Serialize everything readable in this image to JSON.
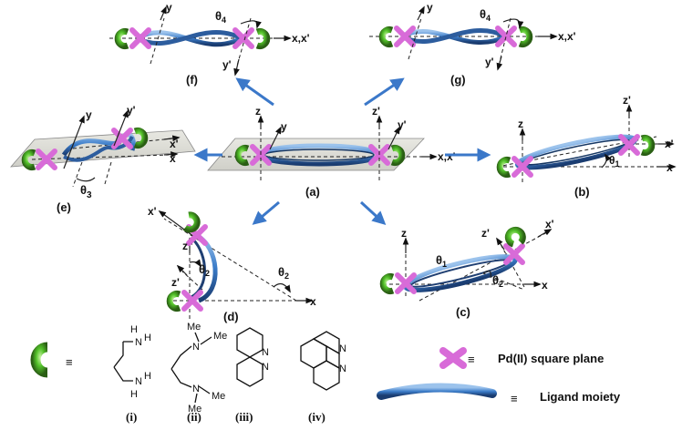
{
  "panels": {
    "a": "(a)",
    "b": "(b)",
    "c": "(c)",
    "d": "(d)",
    "e": "(e)",
    "f": "(f)",
    "g": "(g)"
  },
  "axes": {
    "x": "x",
    "y": "y",
    "z": "z",
    "xp": "x'",
    "yp": "y'",
    "zp": "z'",
    "xxp": "x,x'",
    "yp_alt": "y'"
  },
  "angles": {
    "theta1": "θ",
    "theta1_sub": "1",
    "theta2": "θ",
    "theta2_sub": "2",
    "theta3": "θ",
    "theta3_sub": "3",
    "theta4": "θ",
    "theta4_sub": "4"
  },
  "legend": {
    "pd": "Pd(II) square plane",
    "ligand": "Ligand moiety",
    "equiv": "≡"
  },
  "ligands": {
    "labels": [
      "(i)",
      "(ii)",
      "(iii)",
      "(iv)"
    ],
    "atoms": {
      "H": "H",
      "N": "N",
      "Me": "Me"
    }
  },
  "colors": {
    "ring": "#3a7bc8",
    "ringDark": "#1f3f72",
    "pd": "#d86bd8",
    "chelate": "#53c22a",
    "plane": "#dcdcd4",
    "arrow": "#3b78c9"
  }
}
